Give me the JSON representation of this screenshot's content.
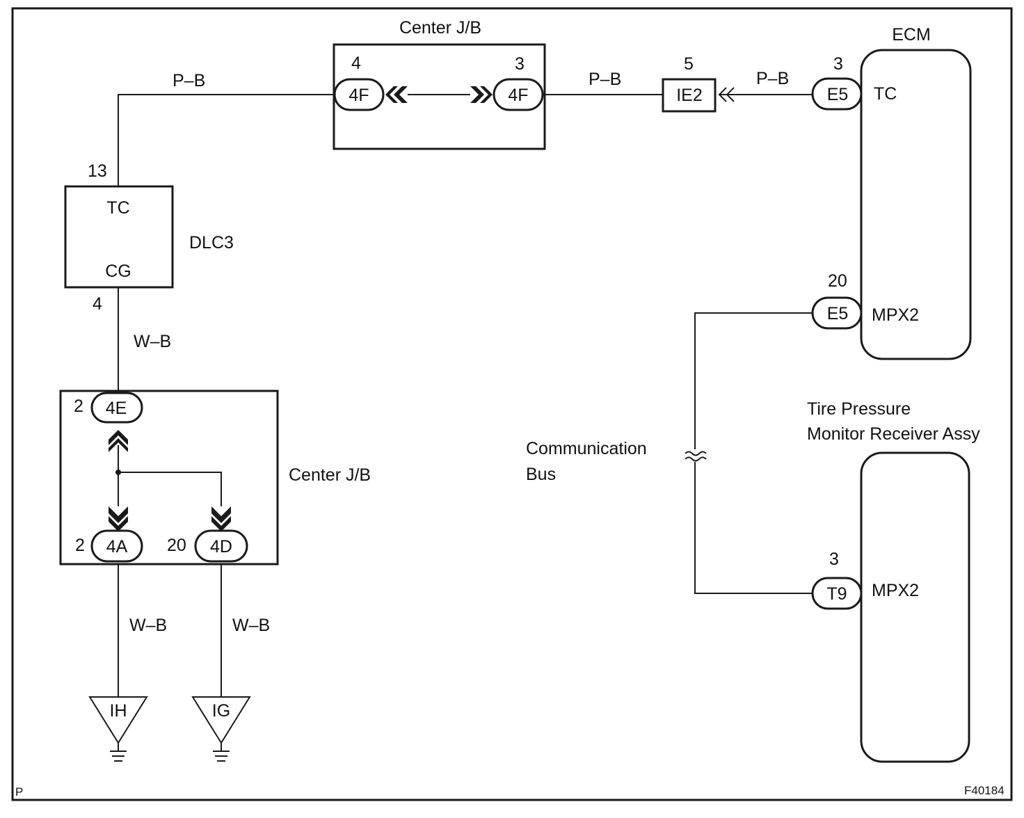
{
  "figure_id": "F40184",
  "corner_mark": "P",
  "center_jb_top": {
    "label": "Center J/B",
    "left_pin": "4",
    "left_connector": "4F",
    "right_pin": "3",
    "right_connector": "4F"
  },
  "junction_ie2": {
    "pin": "5",
    "connector": "IE2"
  },
  "ecm": {
    "label": "ECM",
    "tc_pin": "3",
    "tc_connector": "E5",
    "tc_terminal": "TC",
    "mpx_pin": "20",
    "mpx_connector": "E5",
    "mpx_terminal": "MPX2"
  },
  "dlc3": {
    "label": "DLC3",
    "top_pin": "13",
    "top_terminal": "TC",
    "bottom_pin": "4",
    "bottom_terminal": "CG"
  },
  "center_jb_bottom": {
    "label": "Center J/B",
    "top_pin": "2",
    "top_connector": "4E",
    "left_pin": "2",
    "left_connector": "4A",
    "right_pin": "20",
    "right_connector": "4D"
  },
  "tpms_receiver": {
    "label_line1": "Tire Pressure",
    "label_line2": "Monitor Receiver Assy",
    "pin": "3",
    "connector": "T9",
    "terminal": "MPX2"
  },
  "communication_bus": {
    "line1": "Communication",
    "line2": "Bus"
  },
  "wire_colors": {
    "dlc3_to_jb": "P–B",
    "jb_to_ie2": "P–B",
    "ie2_to_ecm": "P–B",
    "dlc3_to_jb_bottom": "W–B",
    "ground_left": "W–B",
    "ground_right": "W–B"
  },
  "grounds": {
    "left": "IH",
    "right": "IG"
  }
}
